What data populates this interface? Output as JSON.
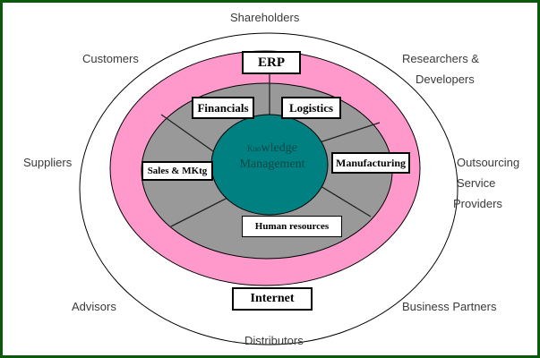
{
  "diagram": {
    "colors": {
      "frame": "#0b5a0b",
      "pink_ring": "#ff99cc",
      "gray_ring": "#999999",
      "core": "#008080",
      "outline": "#000000"
    },
    "core": {
      "line1_prefix": "Kno",
      "line1_rest": "wledge",
      "line2": "Management"
    },
    "pink_ring_labels": {
      "top": "ERP",
      "bottom": "Internet"
    },
    "gray_ring_modules": [
      "Financials",
      "Logistics",
      "Manufacturing",
      "Human resources",
      "Sales & MKtg"
    ],
    "external_stakeholders": {
      "top": "Shareholders",
      "top_left": "Customers",
      "top_right_line1": "Researchers &",
      "top_right_line2": "Developers",
      "left": "Suppliers",
      "right_line1": "Outsourcing",
      "right_line2": "Service",
      "right_line3": "Providers",
      "bottom_left": "Advisors",
      "bottom_right": "Business Partners",
      "bottom": "Distributors"
    }
  }
}
